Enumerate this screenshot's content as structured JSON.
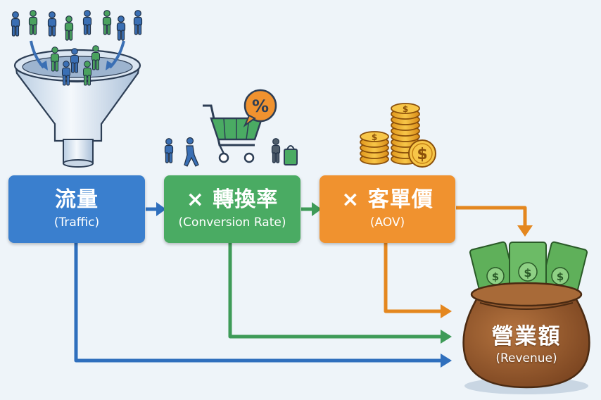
{
  "steps": {
    "traffic": {
      "title": "流量",
      "subtitle": "(Traffic)"
    },
    "conversion": {
      "title": "× 轉換率",
      "subtitle": "(Conversion Rate)"
    },
    "aov": {
      "title": "× 客單價",
      "subtitle": "(AOV)"
    },
    "revenue": {
      "title": "營業額",
      "subtitle": "(Revenue)"
    }
  },
  "icons": {
    "discount_badge": "%",
    "currency_symbol": "$"
  },
  "colors": {
    "traffic": "#3a7fce",
    "conversion": "#4aab63",
    "aov": "#f0922f",
    "revenue_pot": "#9a5a2c",
    "money": "#5fb05a"
  }
}
